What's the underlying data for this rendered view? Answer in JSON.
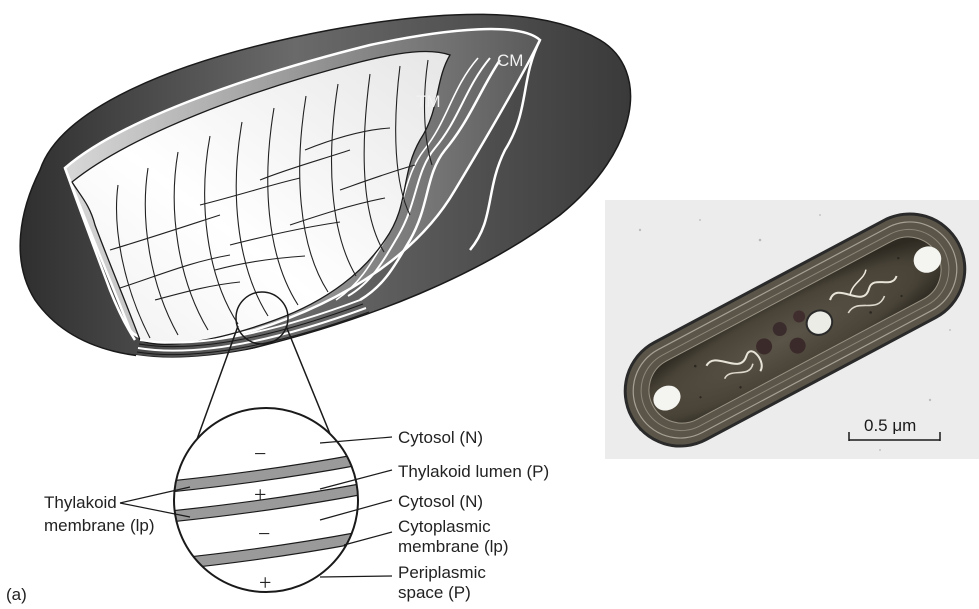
{
  "panel_label": "(a)",
  "cell_labels": {
    "cm": "CM",
    "tm": "TM"
  },
  "zoom_labels": [
    {
      "id": "cytosol-1",
      "text": "Cytosol (N)"
    },
    {
      "id": "thylakoid-lumen",
      "text": "Thylakoid lumen (P)"
    },
    {
      "id": "cytosol-2",
      "text": "Cytosol (N)"
    },
    {
      "id": "cytoplasmic-membrane-line1",
      "text": "Cytoplasmic"
    },
    {
      "id": "cytoplasmic-membrane-line2",
      "text": "membrane (lp)"
    },
    {
      "id": "periplasmic-line1",
      "text": "Periplasmic"
    },
    {
      "id": "periplasmic-line2",
      "text": "space (P)"
    }
  ],
  "thylakoid_membrane_label": {
    "line1": "Thylakoid",
    "line2": "membrane (lp)"
  },
  "signs": {
    "s1": "−",
    "s2": "+",
    "s3": "−",
    "s4": "+"
  },
  "scale_bar": {
    "text": "0.5 μm"
  },
  "colors": {
    "cell_dark": "#3a3a3a",
    "cell_mid": "#8a8a8a",
    "cell_light": "#f4f4f4",
    "membrane_band": "#9a9a9a",
    "micrograph_bg": "#e9e9e9"
  }
}
